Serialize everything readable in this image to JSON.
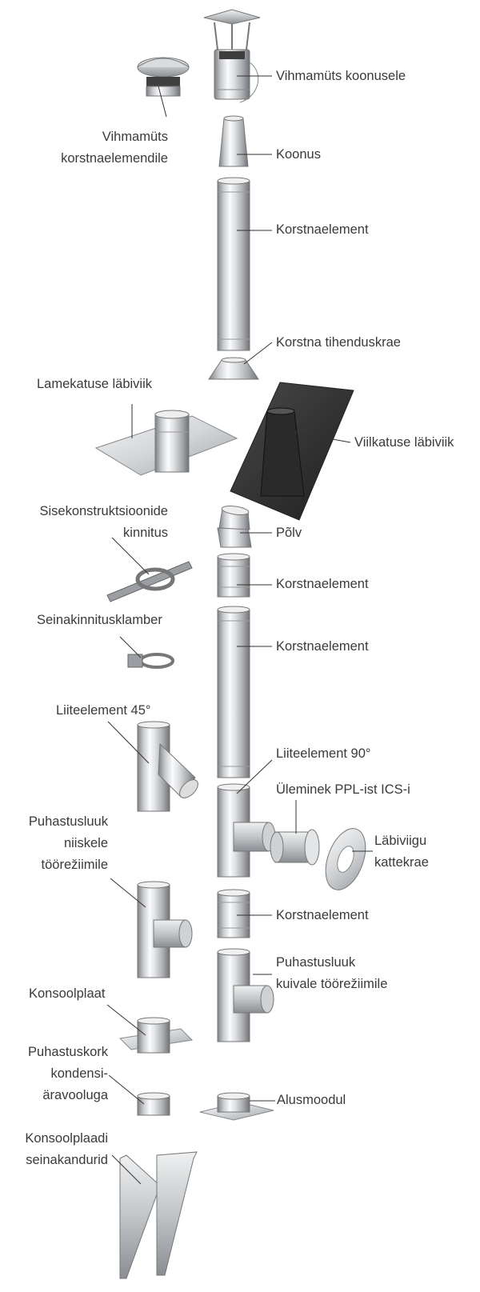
{
  "parts": {
    "rain_cap_cone": "Vihmamüts koonusele",
    "rain_cap_chimney_line1": "Vihmamüts",
    "rain_cap_chimney_line2": "korstnaelemendile",
    "cone": "Koonus",
    "chimney_element": "Korstnaelement",
    "chimney_sealing_collar": "Korstna tihenduskrae",
    "flat_roof_penetration": "Lamekatuse läbiviik",
    "pitched_roof_penetration": "Viilkatuse läbiviik",
    "internal_support_line1": "Sisekonstruktsioonide",
    "internal_support_line2": "kinnitus",
    "elbow": "Põlv",
    "wall_bracket": "Seinakinnitusklamber",
    "tee_45": "Liiteelement 45°",
    "tee_90": "Liiteelement 90°",
    "ppl_to_ics_adapter": "Üleminek PPL-ist ICS-i",
    "trim_collar_line1": "Läbiviigu",
    "trim_collar_line2": "kattekrae",
    "inspection_wet_line1": "Puhastusluuk",
    "inspection_wet_line2": "niiskele",
    "inspection_wet_line3": "töörežiimile",
    "inspection_dry_line1": "Puhastusluuk",
    "inspection_dry_line2": "kuivale töörežiimile",
    "console_plate": "Konsoolplaat",
    "drain_cap_line1": "Puhastuskork",
    "drain_cap_line2": "kondensi-",
    "drain_cap_line3": "äravooluga",
    "base_module": "Alusmoodul",
    "console_brackets_line1": "Konsoolplaadi",
    "console_brackets_line2": "seinakandurid"
  },
  "colors": {
    "steel_dark": "#8a8d90",
    "steel_light": "#f2f3f4",
    "steel_mid": "#c4c7ca",
    "roof_dark": "#2f2f2f",
    "leader": "#333333",
    "text": "#3a3a3a"
  }
}
